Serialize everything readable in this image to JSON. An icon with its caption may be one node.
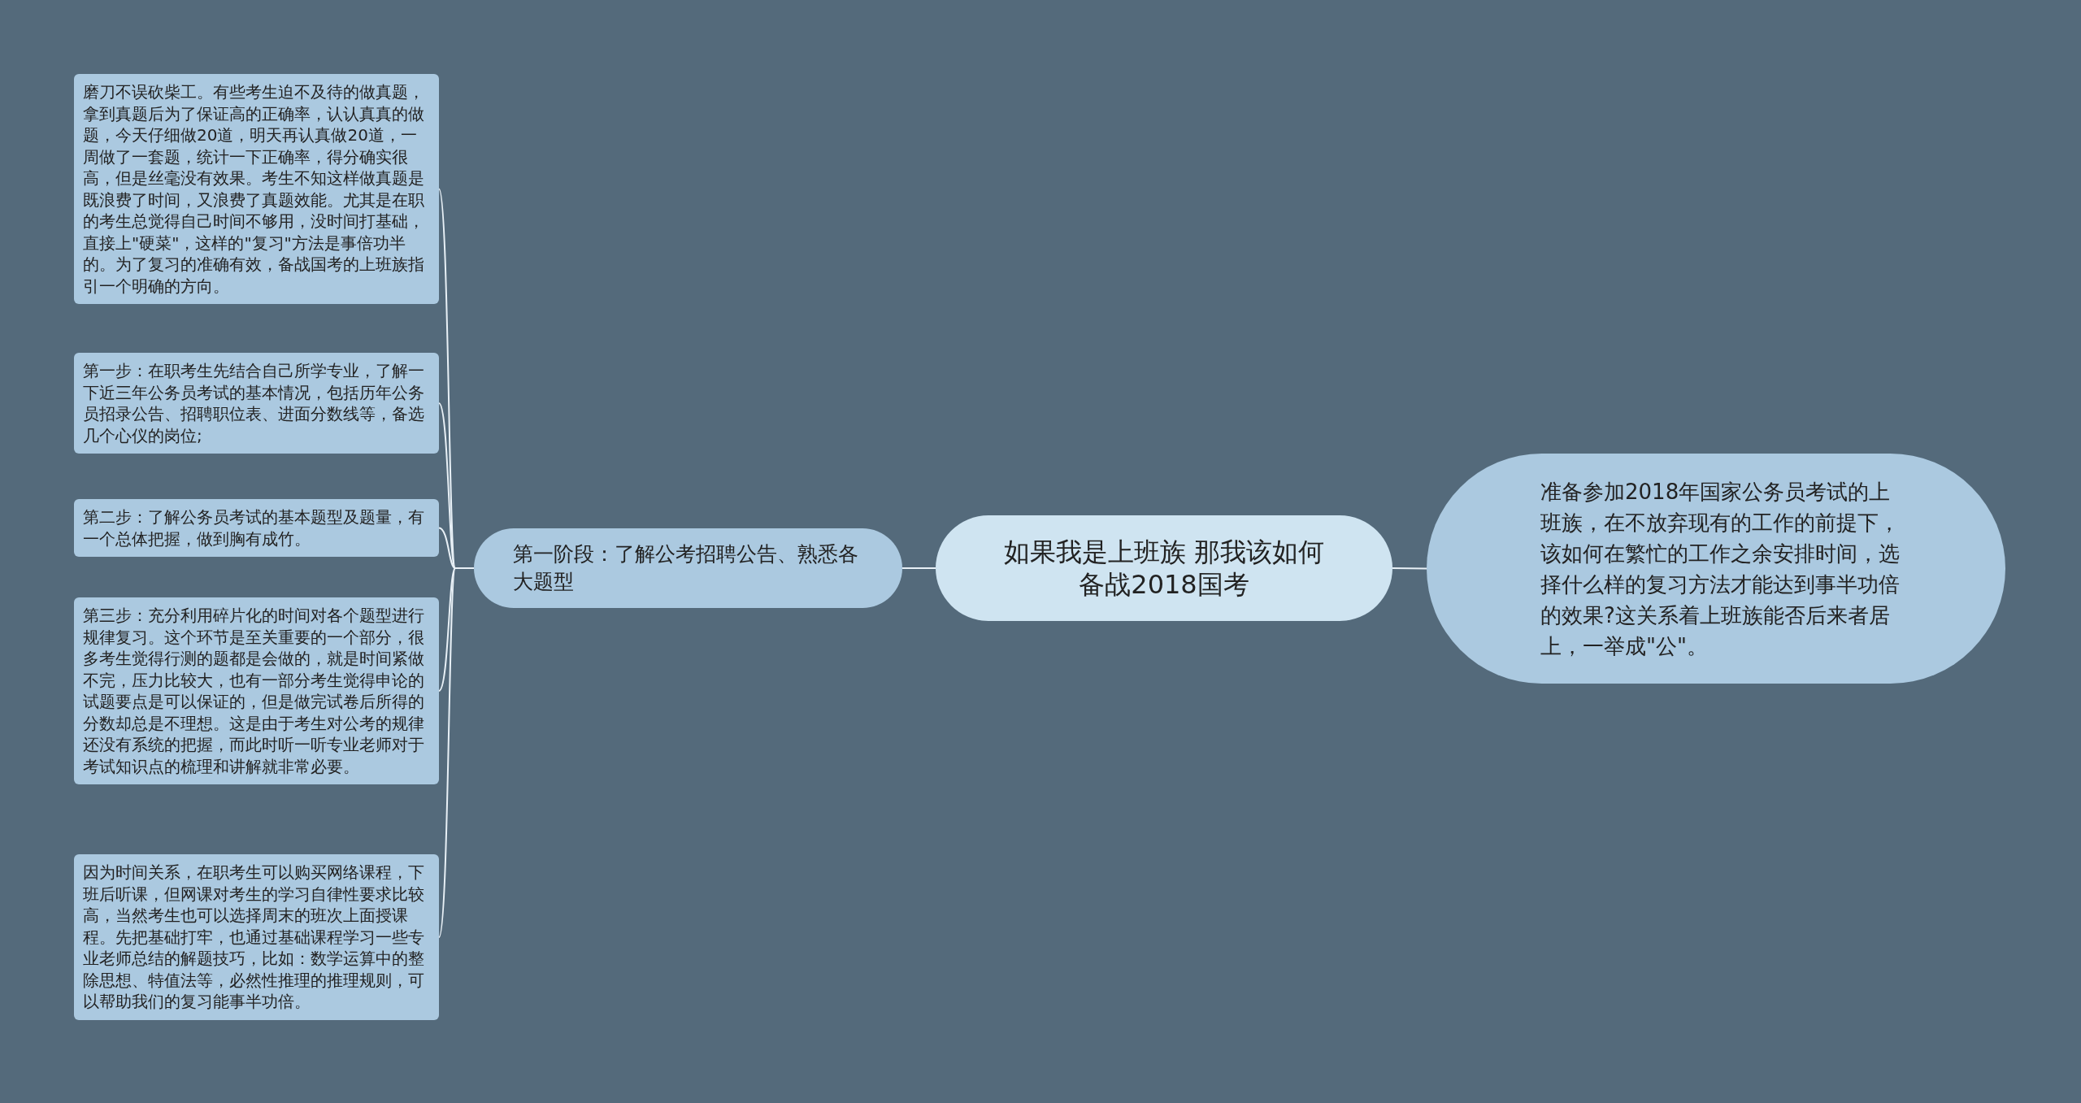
{
  "diagram": {
    "nodes": [
      {
        "text": [
          "如果我是上班族 那我该如何备战2018国考"
        ]
      },
      {
        "text": [
          "准备参加2018年国家公务员考试的上班族，在不放弃现有的工作的前提下，该如何在繁忙的工作之余安排时间，选择什么样的复习方法才能达到事半功倍的效果?这关系着上班族能否后来者居上，一举成\"公\"。"
        ]
      },
      {
        "text": [
          "第一阶段：了解公考招聘公告、熟悉各大题型"
        ]
      },
      {
        "text": [
          "磨刀不误砍柴工。有些考生迫不及待的做真题，拿到真题后为了保证高的正确率，认认真真的做题，今天仔细做20道，明天再认真做20道，一周做了一套题，统计一下正确率，得分确实很高，但是丝毫没有效果。考生不知这样做真题是既浪费了时间，又浪费了真题效能。尤其是在职的考生总觉得自己时间不够用，没时间打基础，直接上\"硬菜\"，这样的\"复习\"方法是事倍功半的。为了复习的准确有效，备战国考的上班族指引一个明确的方向。"
        ]
      },
      {
        "text": [
          "第一步：在职考生先结合自己所学专业，了解一下近三年公务员考试的基本情况，包括历年公务员招录公告、招聘职位表、进面分数线等，备选几个心仪的岗位;"
        ]
      },
      {
        "text": [
          "第二步：了解公务员考试的基本题型及题量，有一个总体把握，做到胸有成竹。"
        ]
      },
      {
        "text": [
          "第三步：充分利用碎片化的时间对各个题型进行规律复习。这个环节是至关重要的一个部分，很多考生觉得行测的题都是会做的，就是时间紧做不完，压力比较大，也有一部分考生觉得申论的试题要点是可以保证的，但是做完试卷后所得的分数却总是不理想。这是由于考生对公考的规律还没有系统的把握，而此时听一听专业老师对于考试知识点的梳理和讲解就非常必要。"
        ]
      },
      {
        "text": [
          "因为时间关系，在职考生可以购买网络课程，下班后听课，但网课对考生的学习自律性要求比较高，当然考生也可以选择周末的班次上面授课程。先把基础打牢，也通过基础课程学习一些专业老师总结的解题技巧，比如：数学运算中的整除思想、特值法等，必然性推理的推理规则，可以帮助我们的复习能事半功倍。"
        ]
      }
    ],
    "edges": [
      {
        "from": 0,
        "to": 1,
        "arrow": "none"
      },
      {
        "from": 0,
        "to": 2,
        "arrow": "none"
      },
      {
        "from": 2,
        "to": 3,
        "arrow": "none"
      },
      {
        "from": 2,
        "to": 4,
        "arrow": "none"
      },
      {
        "from": 2,
        "to": 5,
        "arrow": "none"
      },
      {
        "from": 2,
        "to": 6,
        "arrow": "none"
      },
      {
        "from": 2,
        "to": 7,
        "arrow": "none"
      }
    ]
  }
}
